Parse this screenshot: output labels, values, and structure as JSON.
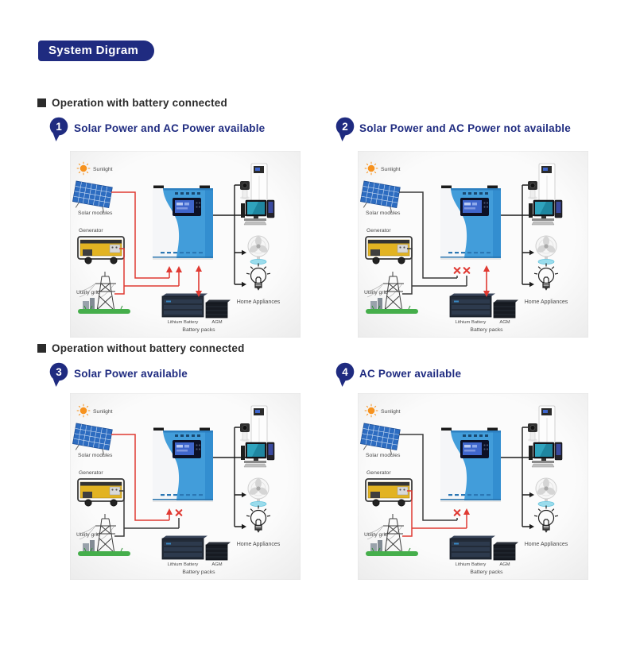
{
  "header": {
    "badge": "System Digram"
  },
  "sections": [
    {
      "heading": "Operation with battery connected"
    },
    {
      "heading": "Operation without battery connected"
    }
  ],
  "panels": [
    {
      "number": "1",
      "title": "Solar Power and AC Power available",
      "solar_input": "active",
      "ac_input": "active",
      "battery_link": true
    },
    {
      "number": "2",
      "title": "Solar Power and AC Power not available",
      "solar_input": "blocked",
      "ac_input": "blocked",
      "battery_link": true
    },
    {
      "number": "3",
      "title": "Solar Power available",
      "solar_input": "active",
      "ac_input": "blocked",
      "battery_link": false
    },
    {
      "number": "4",
      "title": "AC Power available",
      "solar_input": "blocked",
      "ac_input": "active",
      "battery_link": false
    }
  ],
  "diagram_labels": {
    "sunlight": "Sunlight",
    "solar_modules": "Solar modules",
    "generator": "Generator",
    "utility_grid": "Utility grid",
    "home_appliances": "Home Appliances",
    "lithium_battery": "Lithium Battery",
    "agm": "AGM",
    "battery_packs": "Battery packs"
  },
  "colors": {
    "navy": "#1f2b80",
    "heading_text": "#2b2b2b",
    "active_line": "#e03a33",
    "inactive_line": "#3a3a3a",
    "bus_line": "#1c1c1c",
    "inverter_blue": "#429dda",
    "inverter_blue_dark": "#338ed0",
    "lcd_screen": "#3f66cc",
    "solar_panel_blue": "#2d6cc0",
    "generator_yellow": "#e2b322",
    "grass_green": "#45ae4b",
    "fan_base_teal": "#9adcec",
    "sun_orange": "#f6921e",
    "label_gray": "#4a4a4a"
  }
}
